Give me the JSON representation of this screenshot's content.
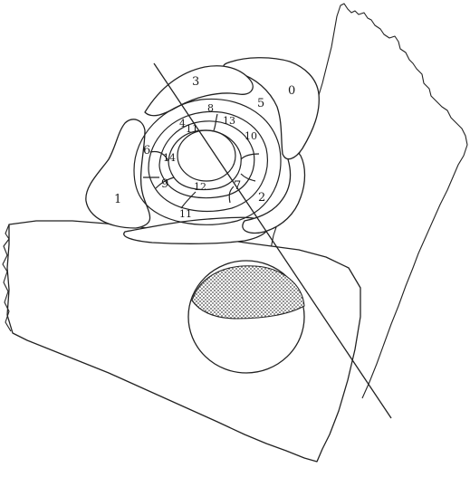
{
  "figure": {
    "labels": {
      "l0": "0",
      "l1": "1",
      "l2": "2",
      "l3": "3",
      "l4": "4",
      "l5": "5",
      "l6": "6",
      "l7": "7",
      "l8": "8",
      "l9": "9",
      "l10": "10",
      "l11a": "11",
      "l11b": "11",
      "l12": "12",
      "l13": "13",
      "l14": "14"
    },
    "colors": {
      "ink": "#222222",
      "paper": "#ffffff",
      "stipple": "#555555"
    }
  }
}
